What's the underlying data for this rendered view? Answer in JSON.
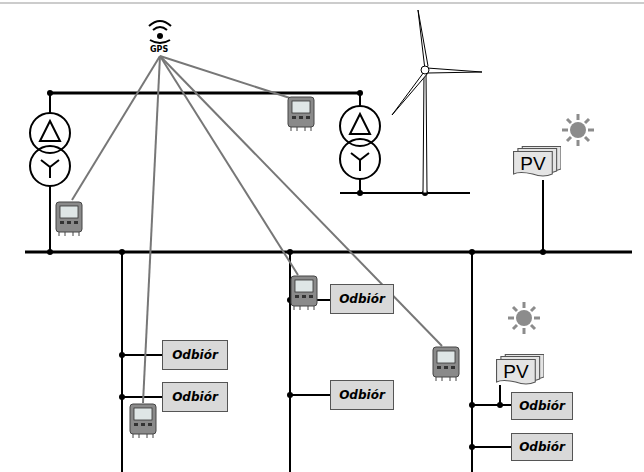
{
  "diagram": {
    "nodes": [
      {
        "text": [
          "PV"
        ]
      },
      {
        "text": [
          "Odbiór"
        ]
      },
      {
        "text": [
          "Odbiór"
        ]
      },
      {
        "text": [
          "PV"
        ]
      },
      {
        "text": [
          "Odbiór"
        ]
      },
      {
        "text": [
          "Odbiór"
        ]
      },
      {
        "text": [
          "Odbiór"
        ]
      },
      {
        "text": [
          "Odbiór"
        ]
      }
    ],
    "labels": [
      "GPS"
    ]
  }
}
